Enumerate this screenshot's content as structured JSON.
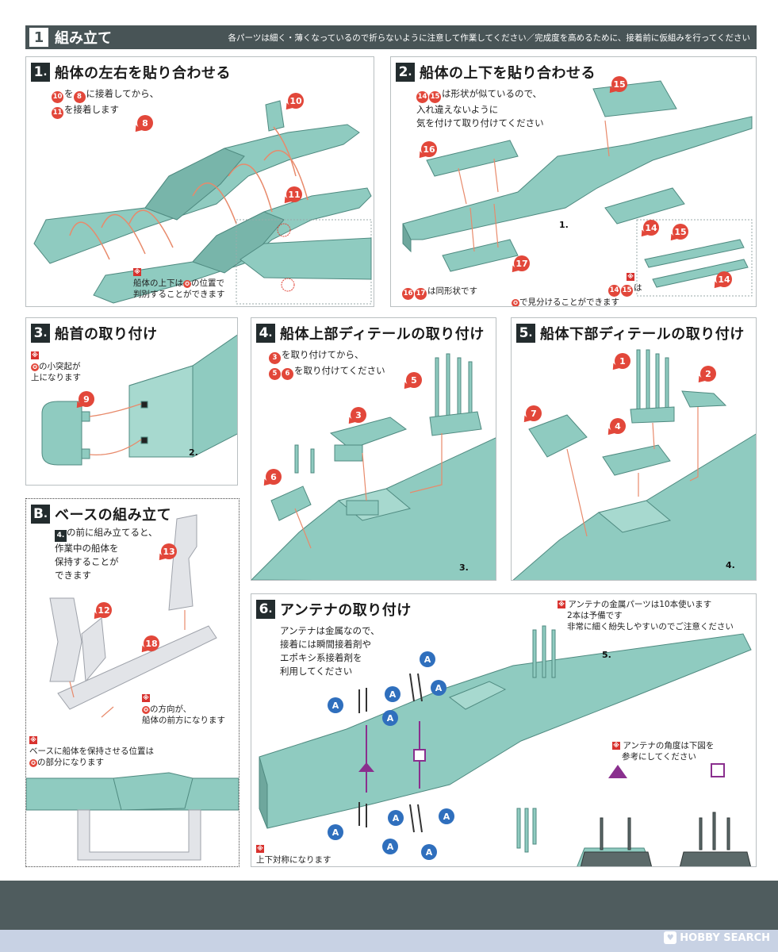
{
  "header": {
    "step": "1",
    "title": "組み立て",
    "note": "各パーツは細く・薄くなっているので折らないように注意して作業してください／完成度を高めるために、接着前に仮組みを行ってください"
  },
  "colors": {
    "hull": "#8fcbc0",
    "hull_dark": "#5e9a90",
    "accent": "#e2473a",
    "antenna_badge": "#2f6fbd",
    "marker_purple": "#8a2f8e",
    "header": "#485456"
  },
  "steps": {
    "s1": {
      "num": "1",
      "title": "船体の左右を貼り合わせる",
      "inst_a": "を",
      "inst_b": "に接着してから、",
      "inst_c": "を接着します",
      "note_a": "船体の上下は",
      "note_b": "の位置で",
      "note_c": "判別することができます",
      "parts": [
        "10",
        "8",
        "11"
      ]
    },
    "s2": {
      "num": "2",
      "title": "船体の上下を貼り合わせる",
      "inst_a": "は形状が似ているので、",
      "inst_b": "入れ違えないように",
      "inst_c": "気を付けて取り付けてください",
      "note_same": "は同形状です",
      "note_a": "は",
      "note_b": "で見分けることができます",
      "parts": [
        "15",
        "16",
        "17",
        "14"
      ],
      "ref": "1."
    },
    "s3": {
      "num": "3",
      "title": "船首の取り付け",
      "note_a": "の小突起が",
      "note_b": "上になります",
      "part": "9",
      "ref": "2."
    },
    "s4": {
      "num": "4",
      "title": "船体上部ディテールの取り付け",
      "inst_a": "を取り付けてから、",
      "inst_b": "を取り付けてください",
      "parts": [
        "3",
        "5",
        "6"
      ],
      "ref": "3."
    },
    "s5": {
      "num": "5",
      "title": "船体下部ディテールの取り付け",
      "parts": [
        "1",
        "2",
        "7",
        "4"
      ],
      "ref": "4."
    },
    "sB": {
      "num": "B",
      "title": "ベースの組み立て",
      "inst_ref": "4.",
      "inst_a": "の前に組み立てると、",
      "inst_b": "作業中の船体を",
      "inst_c": "保持することが",
      "inst_d": "できます",
      "dir_a": "の方向が、",
      "dir_b": "船体の前方になります",
      "pos_a": "ベースに船体を保持させる位置は",
      "pos_b": "の部分になります",
      "parts": [
        "13",
        "12",
        "18"
      ]
    },
    "s6": {
      "num": "6",
      "title": "アンテナの取り付け",
      "inst_a": "アンテナは金属なので、",
      "inst_b": "接着には瞬間接着剤や",
      "inst_c": "エポキシ系接着剤を",
      "inst_d": "利用してください",
      "note_a": "アンテナの金属パーツは10本使います",
      "note_b": "2本は予備です",
      "note_c": "非常に細く紛失しやすいのでご注意ください",
      "angle_a": "アンテナの角度は下図を",
      "angle_b": "参考にしてください",
      "sym": "上下対称になります",
      "antenna": "A",
      "ref": "5."
    }
  },
  "watermark": {
    "brand": "HOBBY SEARCH"
  }
}
